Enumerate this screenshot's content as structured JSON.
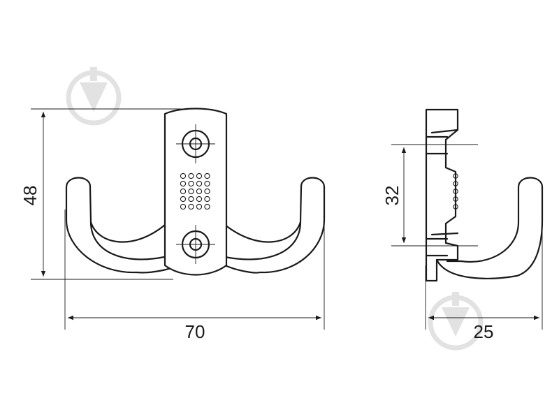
{
  "dimensions": {
    "height_front": "48",
    "width_front": "70",
    "hole_spacing": "32",
    "depth_side": "25"
  },
  "watermark_icon": "arrow-down-circle-icon",
  "colors": {
    "line": "#1a1a1a",
    "watermark": "#e2e2e2"
  }
}
